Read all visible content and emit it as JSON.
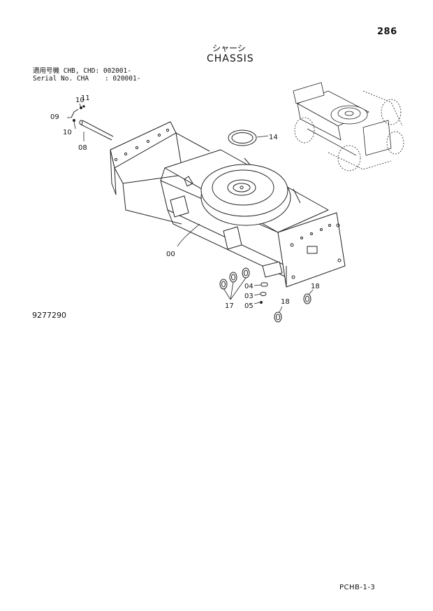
{
  "header": {
    "page_number": "286",
    "title_jp": "シャーシ",
    "title_en": "CHASSIS"
  },
  "applicability": {
    "line1": "適用号機 CHB, CHD: 002001-",
    "line2": "Serial No. CHA    : 020001-"
  },
  "part_labels": {
    "p00": "00",
    "p03": "03",
    "p04": "04",
    "p05": "05",
    "p08": "08",
    "p09": "09",
    "p10a": "10",
    "p10b": "10",
    "p11": "11",
    "p14": "14",
    "p17": "17",
    "p18a": "18",
    "p18b": "18"
  },
  "drawing_number": "9277290",
  "footer_code": "PCHB-1-3"
}
